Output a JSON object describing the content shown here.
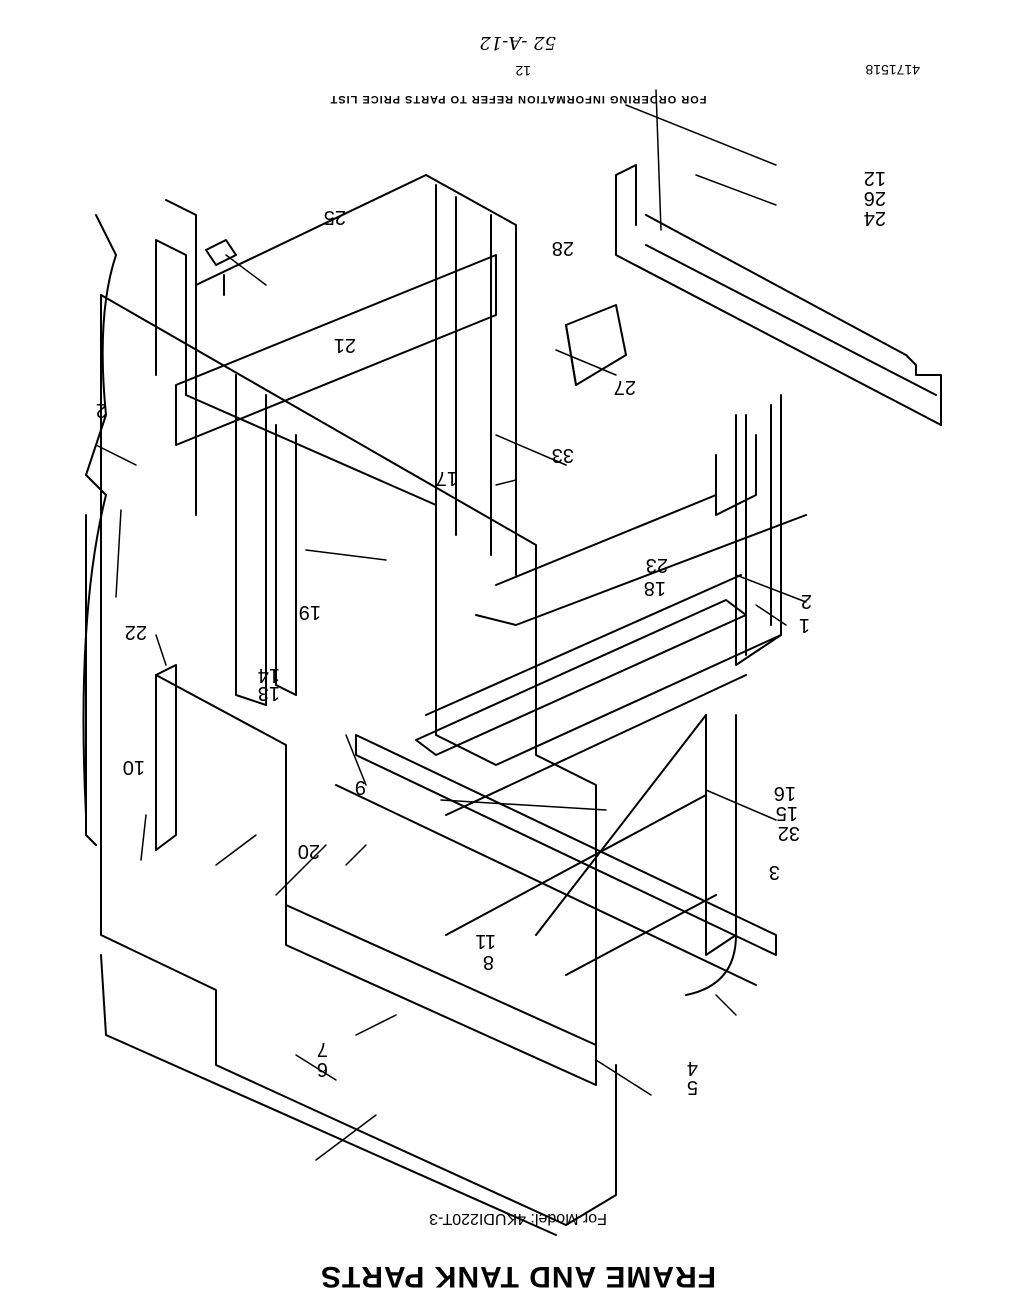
{
  "title": "FRAME AND TANK PARTS",
  "model_line": "For Model: 4KUDI220T-3",
  "footer_note": "FOR ORDERING INFORMATION REFER TO PARTS PRICE LIST",
  "page_number": "12",
  "part_number": "4171518",
  "handwritten_note": "52 -A-12",
  "callouts": [
    "1",
    "2",
    "2",
    "3",
    "4",
    "5",
    "6",
    "7",
    "8",
    "9",
    "10",
    "11",
    "12",
    "13",
    "14",
    "15",
    "16",
    "17",
    "18",
    "19",
    "20",
    "21",
    "22",
    "23",
    "24",
    "25",
    "26",
    "27",
    "28",
    "32",
    "33"
  ]
}
